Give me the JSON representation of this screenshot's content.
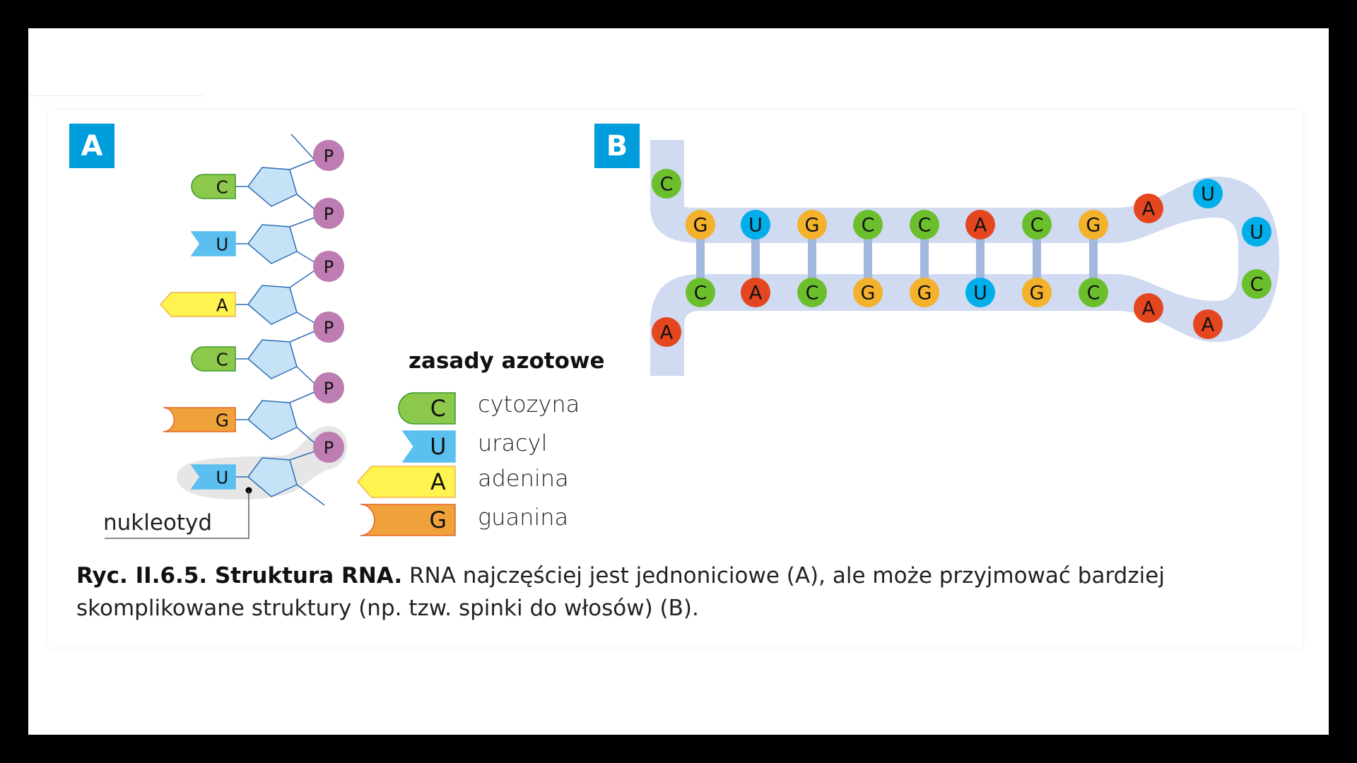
{
  "panels": {
    "a_label": "A",
    "b_label": "B"
  },
  "colors": {
    "C": "#8cc84b",
    "U": "#5bbfef",
    "A": "#fff44f",
    "G": "#f0a23a",
    "B_C": "#6cbf2c",
    "B_U": "#00aeea",
    "B_A": "#e4461f",
    "B_G": "#f4b12b",
    "phosphate": "#bd7cb2",
    "sugar": "#c5e2f7",
    "backbone": "#2f6db5",
    "hairpin_band": "#d0daf0",
    "pair_bond": "#a3b8df",
    "label_bg": "#009ddc"
  },
  "panel_a": {
    "phosphate_label": "P",
    "phosphate_count": 6,
    "strand": [
      "C",
      "U",
      "A",
      "C",
      "G",
      "U"
    ],
    "highlighted_index": 5,
    "callout": "nukleotyd"
  },
  "legend": {
    "title": "zasady azotowe",
    "items": [
      {
        "base": "C",
        "name": "cytozyna"
      },
      {
        "base": "U",
        "name": "uracyl"
      },
      {
        "base": "A",
        "name": "adenina"
      },
      {
        "base": "G",
        "name": "guanina"
      }
    ]
  },
  "panel_b": {
    "five_prime_overhang": "C",
    "three_prime_overhang": "A",
    "stem_top": [
      "G",
      "U",
      "G",
      "C",
      "C",
      "A",
      "C",
      "G"
    ],
    "stem_bottom": [
      "C",
      "A",
      "C",
      "G",
      "G",
      "U",
      "G",
      "C"
    ],
    "loop": [
      "A",
      "U",
      "U",
      "C",
      "A",
      "A"
    ]
  },
  "caption": {
    "bold": "Ryc. II.6.5. Struktura RNA.",
    "text": " RNA najczęściej jest jednoniciowe (A), ale może przyjmować bardziej skomplikowane struktury (np. tzw. spinki do włosów) (B)."
  }
}
